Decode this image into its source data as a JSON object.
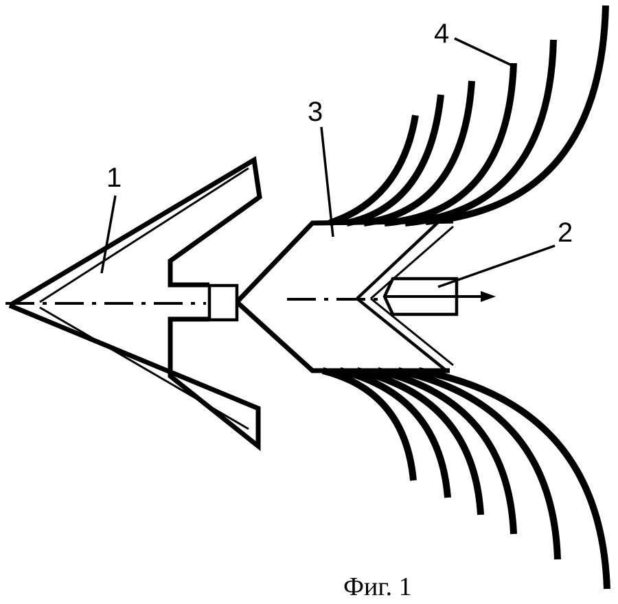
{
  "labels": {
    "part1": "1",
    "part2": "2",
    "part3": "3",
    "part4": "4"
  },
  "caption": "Фиг. 1",
  "colors": {
    "ink": "#000000",
    "paper": "#ffffff"
  }
}
